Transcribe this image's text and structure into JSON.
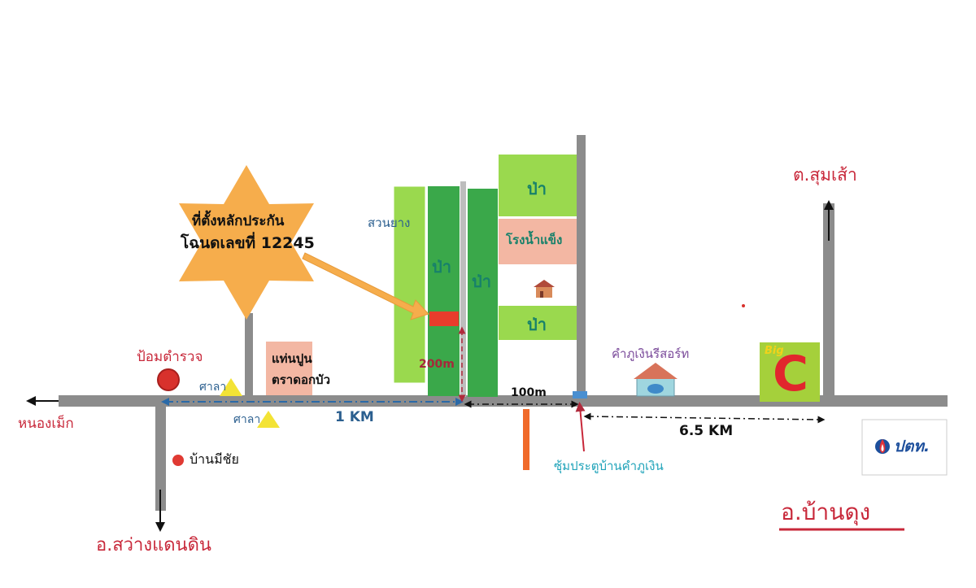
{
  "landmark": {
    "line1": "ที่ตั้งหลักประกัน",
    "line2": "โฉนดเลขที่ 12245"
  },
  "places": {
    "nong_mek": "หนองเม็ก",
    "police_box": "ป้อมตำรวจ",
    "sala_1": "ศาลา",
    "sala_2": "ศาลา",
    "ban_mee_chai": "บ้านมีชัย",
    "sawang_daen_din": "อ.สว่างแดนดิน",
    "cement_line1": "แท่นปูน",
    "cement_line2": "ตราดอกบัว",
    "rubber_garden": "สวนยาง",
    "forest_1": "ป่า",
    "forest_2": "ป่า",
    "forest_3": "ป่า",
    "forest_4": "ป่า",
    "ice_factory": "โรงน้ำแข็ง",
    "resort": "คำภูเงินรีสอร์ท",
    "gate": "ซุ้มประตูบ้านคำภูเงิน",
    "sum_sao": "ต.สุมเส้า",
    "ban_dung": "อ.บ้านดุง",
    "ptt": "ปตท.",
    "big_c_small": "Big",
    "big_c_letter": "C"
  },
  "distances": {
    "d_200m": "200m",
    "d_100m": "100m",
    "d_1km": "1 KM",
    "d_6_5km": "6.5 KM"
  },
  "colors": {
    "road": "#8c8c8c",
    "forest_dark": "#3aa84a",
    "forest_light": "#9ad94e",
    "ice_factory": "#f3b7a3",
    "star": "#f6ad4c",
    "text_red": "#c8283a",
    "marker_red": "#e83c2c"
  }
}
